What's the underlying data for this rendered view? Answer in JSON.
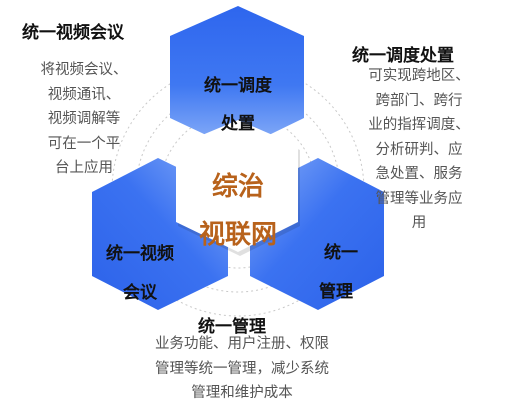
{
  "center": {
    "line1": "综治",
    "line2": "视联网"
  },
  "hex_top": {
    "line1": "统一调度",
    "line2": "处置"
  },
  "hex_left": {
    "line1": "统一视频",
    "line2": "会议"
  },
  "hex_right": {
    "line1": "统一",
    "line2": "管理"
  },
  "left_note": {
    "title": "统一视频会议",
    "lines": [
      "将视频会议、",
      "视频通讯、",
      "视频调解等",
      "可在一个平",
      "台上应用"
    ]
  },
  "right_note": {
    "title": "统一调度处置",
    "lines": [
      "可实现跨地区、",
      "跨部门、跨行",
      "业的指挥调度、",
      "分析研判、应",
      "急处置、服务",
      "管理等业务应",
      "用"
    ]
  },
  "bottom_note": {
    "title": "统一管理",
    "lines": [
      "业务功能、用户注册、权限",
      "管理等统一管理，减少系统",
      "管理和维护成本"
    ]
  },
  "colors": {
    "hex_blue": "#2f6bf0",
    "hex_blue_light": "#6d9cf7",
    "center_text": "#b8621b",
    "heading": "#111111",
    "body_text": "#555555"
  }
}
